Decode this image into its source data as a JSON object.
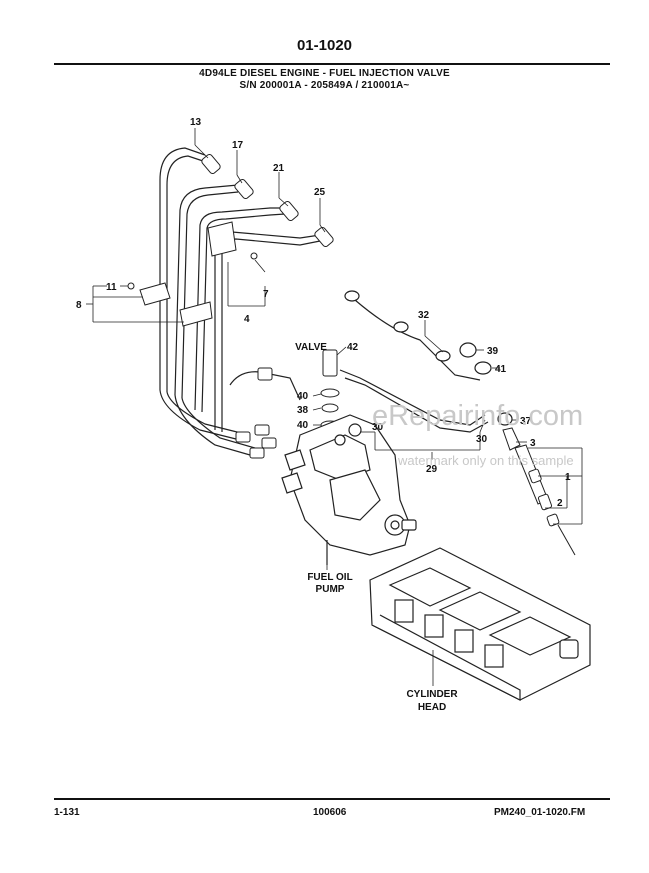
{
  "header": {
    "section_number": "01-1020",
    "title_line1": "4D94LE DIESEL ENGINE - FUEL INJECTION VALVE",
    "title_line2": "S/N 200001A - 205849A / 210001A~"
  },
  "callouts": [
    "13",
    "17",
    "21",
    "25",
    "11",
    "8",
    "7",
    "4",
    "32",
    "39",
    "41",
    "42",
    "40",
    "38",
    "40",
    "30",
    "30",
    "29",
    "37",
    "3",
    "1",
    "2"
  ],
  "labels": {
    "valve": "VALVE",
    "fuel_oil_pump_line1": "FUEL OIL",
    "fuel_oil_pump_line2": "PUMP",
    "cylinder_head_line1": "CYLINDER",
    "cylinder_head_line2": "HEAD"
  },
  "watermark": {
    "main": "eRepairinfo.com",
    "sub": "watermark only on this sample"
  },
  "footer": {
    "page": "1-131",
    "date_code": "100606",
    "file": "PM240_01-1020.FM"
  }
}
